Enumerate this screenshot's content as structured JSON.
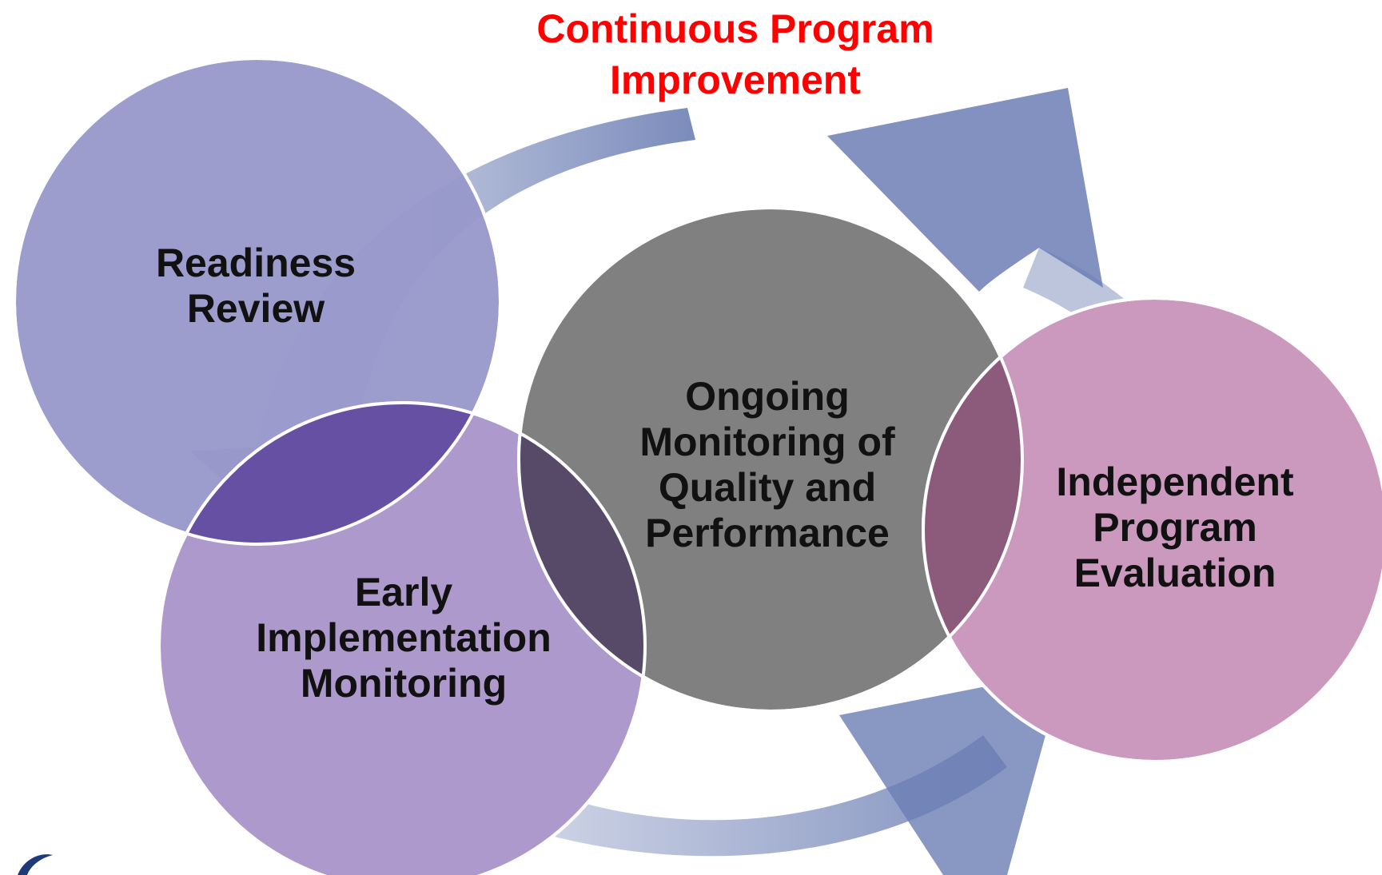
{
  "diagram": {
    "title_lines": [
      "Continuous Program",
      "Improvement"
    ],
    "nodes": {
      "readiness_review": {
        "lines": [
          "Readiness",
          "Review"
        ],
        "color": "#9999cc"
      },
      "early_implementation": {
        "lines": [
          "Early",
          "Implementation",
          "Monitoring"
        ],
        "color": "#ae99cc"
      },
      "ongoing_monitoring": {
        "lines": [
          "Ongoing",
          "Monitoring of",
          "Quality and",
          "Performance"
        ],
        "color": "#808080"
      },
      "independent_evaluation": {
        "lines": [
          "Independent",
          "Program",
          "Evaluation"
        ],
        "color": "#cc99be"
      }
    },
    "colors": {
      "title": "#ff0000",
      "cycle_arrows": "#6c7eb4",
      "overlap_readiness_early": "#6550a4",
      "overlap_early_ongoing": "#564a68",
      "overlap_ongoing_independent": "#8c5a7a"
    }
  }
}
